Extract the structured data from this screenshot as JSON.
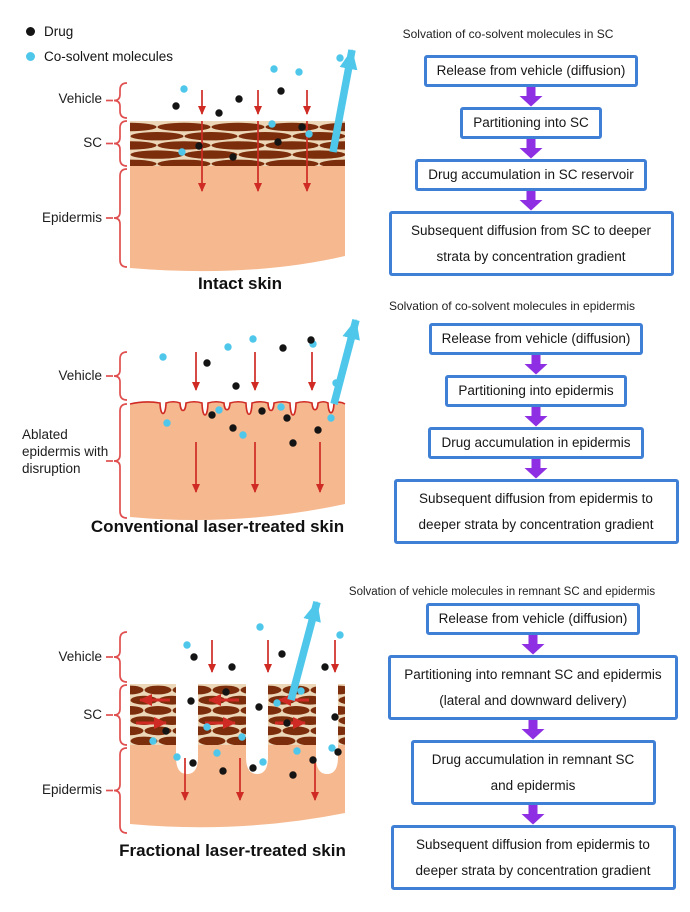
{
  "legend": {
    "drug_label": "Drug",
    "cosolvent_label": "Co-solvent molecules"
  },
  "colors": {
    "drug_dot": "#141414",
    "cosolvent": "#4fc7ea",
    "box_border": "#3f7fd6",
    "flow_arrow_purple": "#8e2fe3",
    "red": "#cf2b24",
    "brace": "#e05050",
    "sc_brown": "#7c2d0b",
    "sc_gap": "#ecd7b8",
    "epidermis_peach": "#f6b88e"
  },
  "panels": [
    {
      "title": "Intact skin",
      "solvation_note": "Solvation of co-solvent molecules in SC",
      "layers": {
        "vehicle": "Vehicle",
        "sc": "SC",
        "epidermis": "Epidermis"
      },
      "steps": [
        "Release from vehicle (diffusion)",
        "Partitioning into SC",
        "Drug accumulation in SC reservoir",
        "Subsequent diffusion from SC to deeper strata by concentration gradient"
      ]
    },
    {
      "title": "Conventional laser-treated skin",
      "solvation_note": "Solvation of co-solvent molecules in epidermis",
      "layers": {
        "vehicle": "Vehicle",
        "ablated": "Ablated epidermis with disruption"
      },
      "steps": [
        "Release from vehicle (diffusion)",
        "Partitioning into epidermis",
        "Drug accumulation in epidermis",
        "Subsequent diffusion from epidermis to deeper strata by concentration gradient"
      ]
    },
    {
      "title": "Fractional laser-treated skin",
      "solvation_note": "Solvation of vehicle molecules in remnant SC and epidermis",
      "layers": {
        "vehicle": "Vehicle",
        "sc": "SC",
        "epidermis": "Epidermis"
      },
      "steps": [
        "Release from vehicle (diffusion)",
        "Partitioning into remnant SC and epidermis (lateral and downward delivery)",
        "Drug accumulation in remnant SC and epidermis",
        "Subsequent diffusion from epidermis to deeper strata by concentration gradient"
      ]
    }
  ]
}
